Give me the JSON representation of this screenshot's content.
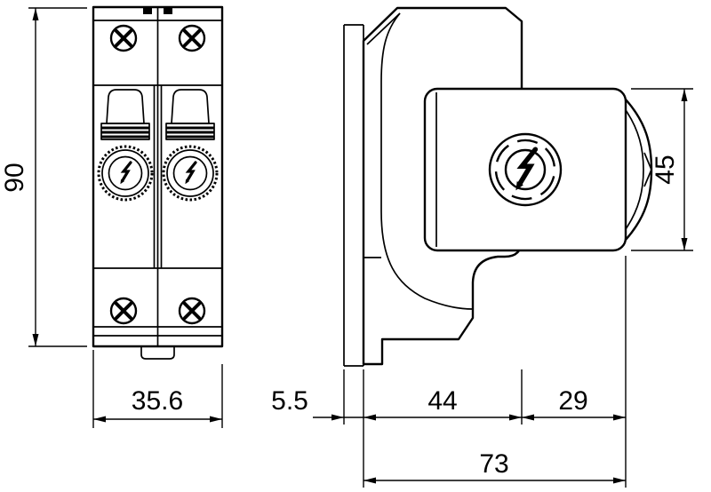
{
  "drawing": {
    "title": "surge-protection-device-dimension-drawing",
    "colors": {
      "line": "#000000",
      "background": "#ffffff"
    },
    "views": {
      "front": {
        "height_mm": "90",
        "width_mm": "35.6"
      },
      "side": {
        "rail_offset_mm": "5.5",
        "base_depth_mm": "44",
        "module_depth_mm": "29",
        "total_depth_mm": "73",
        "module_height_mm": "45"
      }
    },
    "icons": {
      "lightning": "surge-arrow-lightning-icon",
      "screw": "cross-head-screw-icon"
    }
  }
}
